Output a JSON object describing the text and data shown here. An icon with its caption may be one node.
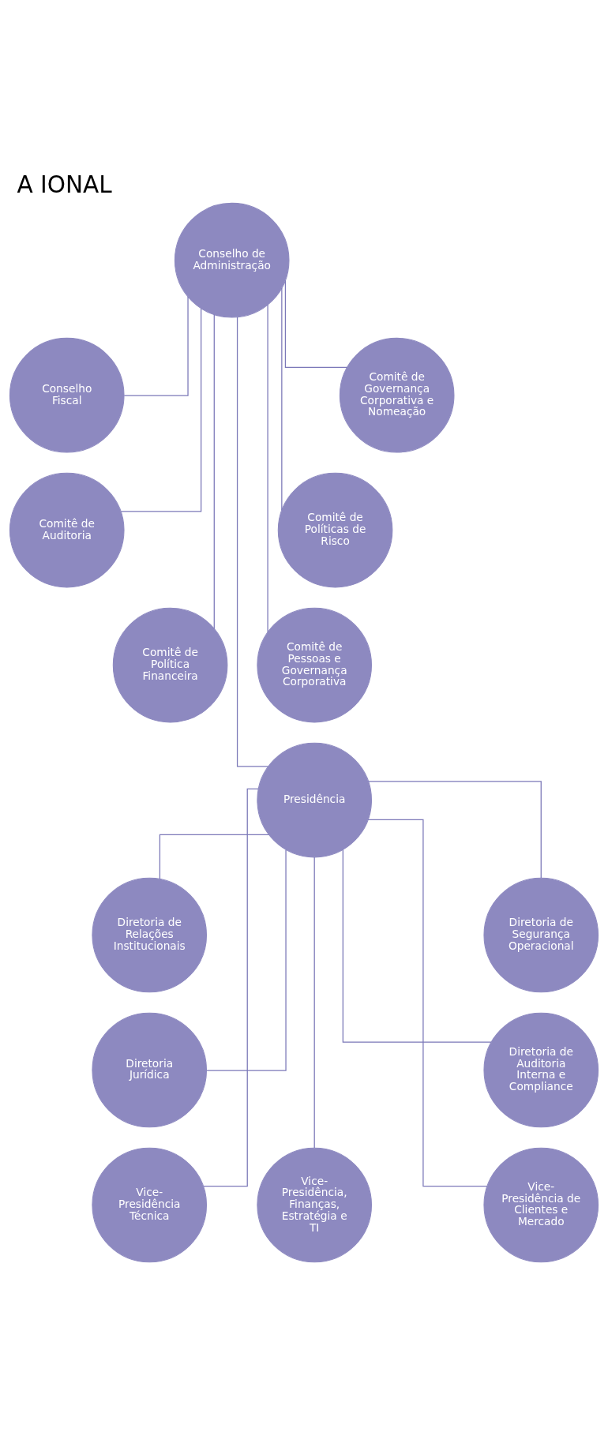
{
  "diagram": {
    "title": "A IONAL",
    "nodes": [
      {
        "text": [
          "Conselho de Administração"
        ]
      },
      {
        "text": [
          "Conselho Fiscal"
        ]
      },
      {
        "text": [
          "Comitê de Governança Corporativa e Nomeação"
        ]
      },
      {
        "text": [
          "Comitê de Auditoria"
        ]
      },
      {
        "text": [
          "Comitê de Políticas de Risco"
        ]
      },
      {
        "text": [
          "Comitê de Política Financeira"
        ]
      },
      {
        "text": [
          "Comitê de Pessoas e Governança Corporativa"
        ]
      },
      {
        "text": [
          "Presidência"
        ]
      },
      {
        "text": [
          "Diretoria de Relações Institucionais"
        ]
      },
      {
        "text": [
          "Diretoria de Segurança Operacional"
        ]
      },
      {
        "text": [
          "Diretoria Jurídica"
        ]
      },
      {
        "text": [
          "Diretoria de Auditoria Interna e Compliance"
        ]
      },
      {
        "text": [
          "Vice-Presidência Técnica"
        ]
      },
      {
        "text": [
          "Vice-Presidência, Finanças, Estratégia e TI"
        ]
      },
      {
        "text": [
          "Vice-Presidência de Clientes e Mercado"
        ]
      }
    ],
    "edges": [
      {
        "from": 0,
        "to": 1,
        "arrow": "none"
      },
      {
        "from": 0,
        "to": 2,
        "arrow": "none"
      },
      {
        "from": 0,
        "to": 3,
        "arrow": "none"
      },
      {
        "from": 0,
        "to": 4,
        "arrow": "none"
      },
      {
        "from": 0,
        "to": 5,
        "arrow": "none"
      },
      {
        "from": 0,
        "to": 6,
        "arrow": "none"
      },
      {
        "from": 0,
        "to": 7,
        "arrow": "none"
      },
      {
        "from": 7,
        "to": 8,
        "arrow": "none"
      },
      {
        "from": 7,
        "to": 9,
        "arrow": "none"
      },
      {
        "from": 7,
        "to": 10,
        "arrow": "none"
      },
      {
        "from": 7,
        "to": 11,
        "arrow": "none"
      },
      {
        "from": 7,
        "to": 12,
        "arrow": "none"
      },
      {
        "from": 7,
        "to": 13,
        "arrow": "none"
      },
      {
        "from": 7,
        "to": 14,
        "arrow": "none"
      }
    ]
  }
}
